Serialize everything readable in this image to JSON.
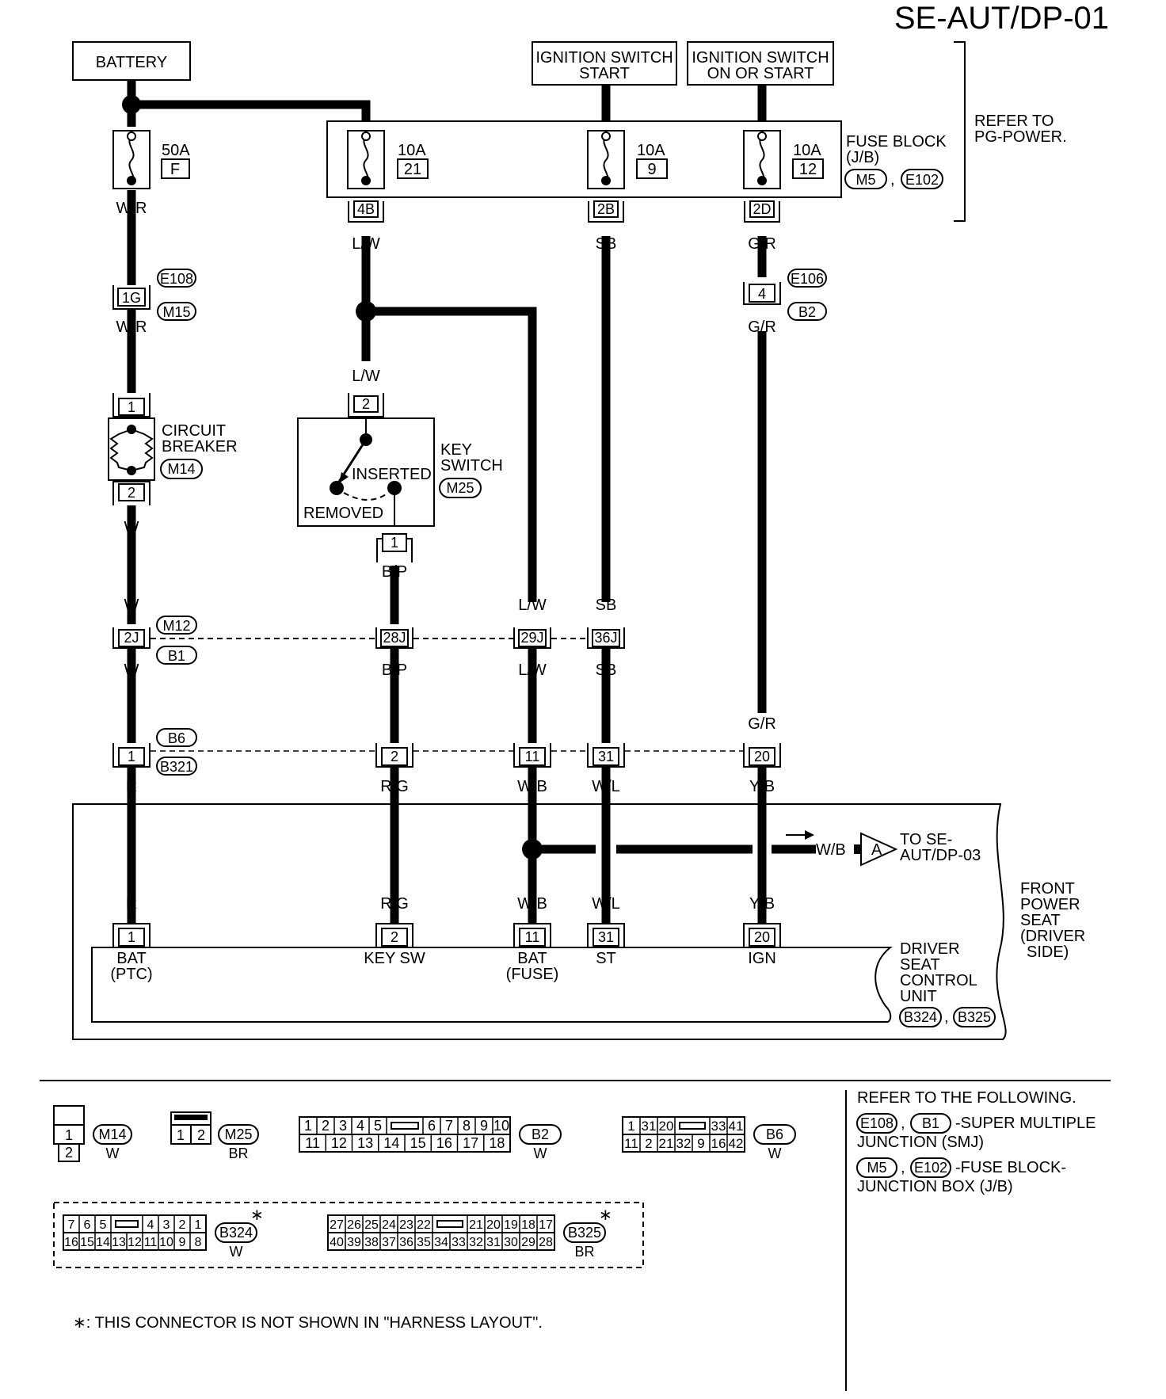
{
  "title": "SE-AUT/DP-01",
  "power": {
    "battery": "BATTERY",
    "ign_start": [
      "IGNITION SWITCH",
      "START"
    ],
    "ign_on_start": [
      "IGNITION SWITCH",
      "ON OR START"
    ]
  },
  "fuse_block": {
    "label": [
      "FUSE BLOCK",
      "(J/B)"
    ],
    "refer": [
      "REFER TO",
      "PG-POWER."
    ],
    "connectors": [
      "M5",
      "E102"
    ]
  },
  "fuses": [
    {
      "amp": "50A",
      "id": "F"
    },
    {
      "amp": "10A",
      "id": "21",
      "terminal": "4B"
    },
    {
      "amp": "10A",
      "id": "9",
      "terminal": "2B"
    },
    {
      "amp": "10A",
      "id": "12",
      "terminal": "2D"
    }
  ],
  "wires": {
    "c1": [
      "W/R",
      "W/R",
      "W",
      "W",
      "W",
      "R",
      "R"
    ],
    "c2": [
      "L/W",
      "L/W",
      "B/P",
      "B/P",
      "R/G",
      "R/G"
    ],
    "c3": [
      "L/W",
      "L/W",
      "W/B",
      "W/B"
    ],
    "c4": [
      "SB",
      "SB",
      "SB",
      "W/L",
      "W/L"
    ],
    "c5": [
      "G/R",
      "G/R",
      "G/R",
      "Y/B",
      "Y/B"
    ]
  },
  "junctions": {
    "j1": {
      "pins": [
        "1G"
      ],
      "conns": [
        "E108",
        "M15"
      ]
    },
    "j4": {
      "pins": [
        "4"
      ],
      "conns": [
        "E106",
        "B2"
      ]
    },
    "j_row1": {
      "pins": [
        "2J",
        "28J",
        "29J",
        "36J"
      ],
      "conns": [
        "M12",
        "B1"
      ]
    },
    "j_row2": {
      "pins": [
        "1",
        "2",
        "11",
        "31",
        "20"
      ],
      "conns": [
        "B6",
        "B321"
      ]
    }
  },
  "circuit_breaker": {
    "label": [
      "CIRCUIT",
      "BREAKER"
    ],
    "conn": "M14",
    "pins": [
      "1",
      "2"
    ]
  },
  "key_switch": {
    "label": [
      "KEY",
      "SWITCH"
    ],
    "conn": "M25",
    "pins": [
      "2",
      "1"
    ],
    "inserted": "INSERTED",
    "removed": "REMOVED"
  },
  "front_seat": {
    "label": [
      "FRONT",
      "POWER",
      "SEAT",
      "(DRIVER",
      "SIDE)"
    ]
  },
  "arrow": {
    "wire": "W/B",
    "letter": "A",
    "to": [
      "TO SE-",
      "AUT/DP-03"
    ]
  },
  "control_unit": {
    "label": [
      "DRIVER",
      "SEAT",
      "CONTROL",
      "UNIT"
    ],
    "conns": [
      "B324",
      "B325"
    ],
    "pins": [
      {
        "num": "1",
        "name": [
          "BAT",
          "(PTC)"
        ]
      },
      {
        "num": "2",
        "name": [
          "KEY SW"
        ]
      },
      {
        "num": "11",
        "name": [
          "BAT",
          "(FUSE)"
        ]
      },
      {
        "num": "31",
        "name": [
          "ST"
        ]
      },
      {
        "num": "20",
        "name": [
          "IGN"
        ]
      }
    ]
  },
  "connector_views": {
    "m14": {
      "id": "M14",
      "color": "W",
      "top": [
        "1"
      ],
      "bottom": [
        "2"
      ]
    },
    "m25": {
      "id": "M25",
      "color": "BR",
      "top": [
        "1",
        "2"
      ]
    },
    "b2": {
      "id": "B2",
      "color": "W",
      "top_left": [
        "1",
        "2",
        "3",
        "4",
        "5"
      ],
      "top_right": [
        "6",
        "7",
        "8",
        "9",
        "10"
      ],
      "bottom": [
        "11",
        "12",
        "13",
        "14",
        "15",
        "16",
        "17",
        "18"
      ]
    },
    "b6": {
      "id": "B6",
      "color": "W",
      "top_left": [
        "1",
        "31",
        "20"
      ],
      "top_right": [
        "33",
        "41"
      ],
      "bottom": [
        "11",
        "2",
        "21",
        "32",
        "9",
        "16",
        "42"
      ]
    },
    "b324": {
      "id": "B324",
      "color": "W",
      "top_left": [
        "7",
        "6",
        "5"
      ],
      "top_right": [
        "4",
        "3",
        "2",
        "1"
      ],
      "bottom": [
        "16",
        "15",
        "14",
        "13",
        "12",
        "11",
        "10",
        "9",
        "8"
      ]
    },
    "b325": {
      "id": "B325",
      "color": "BR",
      "top_left": [
        "27",
        "26",
        "25",
        "24",
        "23",
        "22"
      ],
      "top_right": [
        "21",
        "20",
        "19",
        "18",
        "17"
      ],
      "bottom": [
        "40",
        "39",
        "38",
        "37",
        "36",
        "35",
        "34",
        "33",
        "32",
        "31",
        "30",
        "29",
        "28"
      ]
    }
  },
  "refer_following": {
    "heading": "REFER TO THE FOLLOWING.",
    "smj_conns": [
      "E108",
      "B1"
    ],
    "smj_text": [
      "-SUPER MULTIPLE",
      "JUNCTION (SMJ)"
    ],
    "fb_conns": [
      "M5",
      "E102"
    ],
    "fb_text": [
      "-FUSE BLOCK-",
      "JUNCTION BOX (J/B)"
    ]
  },
  "footnote": "∗: THIS CONNECTOR IS NOT SHOWN IN \"HARNESS LAYOUT\"."
}
